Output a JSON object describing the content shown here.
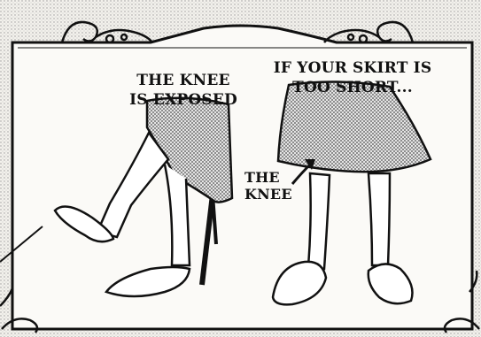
{
  "captions": {
    "left_panel_line1": "THE KNEE",
    "left_panel_line2": "IS EXPOSED",
    "right_panel_line1": "IF YOUR SKIRT IS",
    "right_panel_line2": "TOO SHORT...",
    "knee_label_line1": "THE",
    "knee_label_line2": "KNEE"
  },
  "colors": {
    "paper": "#f3f1ec",
    "ink": "#111111",
    "panel_bg": "#fbfaf7",
    "skirt_dots": "#6f6f6f"
  }
}
